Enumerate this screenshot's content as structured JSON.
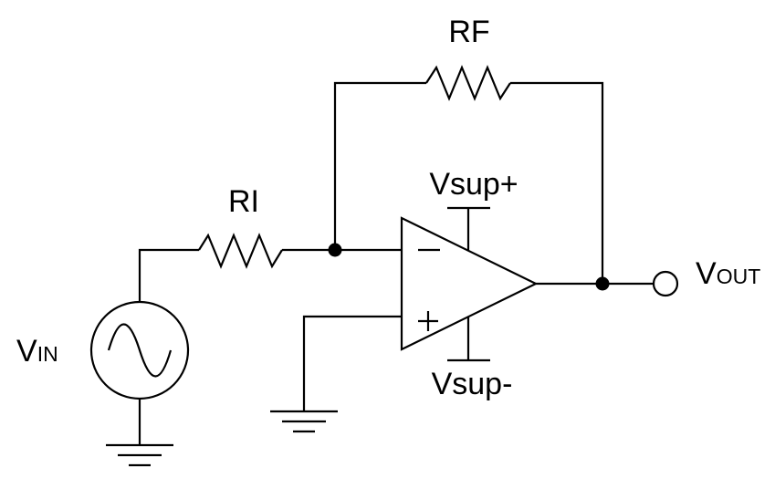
{
  "labels": {
    "rf": "RF",
    "ri": "RI",
    "vsup_pos": "Vsup+",
    "vsup_neg": "Vsup-",
    "vin_main": "V",
    "vin_sub": "IN",
    "vout_main": "V",
    "vout_sub": "OUT",
    "opamp_minus": "−",
    "opamp_plus": "+"
  },
  "colors": {
    "ink": "#000000",
    "background": "#ffffff"
  },
  "components": [
    {
      "id": "voltage-source",
      "kind": "ac-voltage-source"
    },
    {
      "id": "resistor-ri",
      "kind": "resistor"
    },
    {
      "id": "resistor-rf",
      "kind": "resistor"
    },
    {
      "id": "op-amp",
      "kind": "operational-amplifier"
    },
    {
      "id": "ground-source",
      "kind": "ground"
    },
    {
      "id": "ground-plus",
      "kind": "ground"
    },
    {
      "id": "output-terminal",
      "kind": "terminal"
    }
  ]
}
